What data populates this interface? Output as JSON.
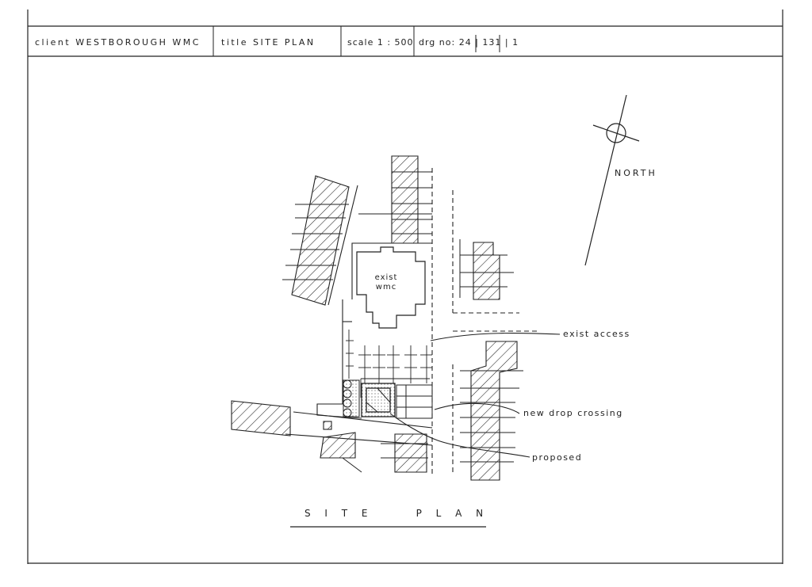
{
  "title_block": {
    "client": "client WESTBOROUGH WMC",
    "title": "title SITE PLAN",
    "scale": "scale 1 : 500",
    "drg_no": "drg no: 24 | 131 | 1"
  },
  "north_label": "NORTH",
  "building_label": [
    "exist",
    "wmc"
  ],
  "callouts": {
    "exist_access": "exist access",
    "new_drop_crossing": "new drop crossing",
    "proposed": "proposed"
  },
  "caption": "S I T E     P L A N"
}
